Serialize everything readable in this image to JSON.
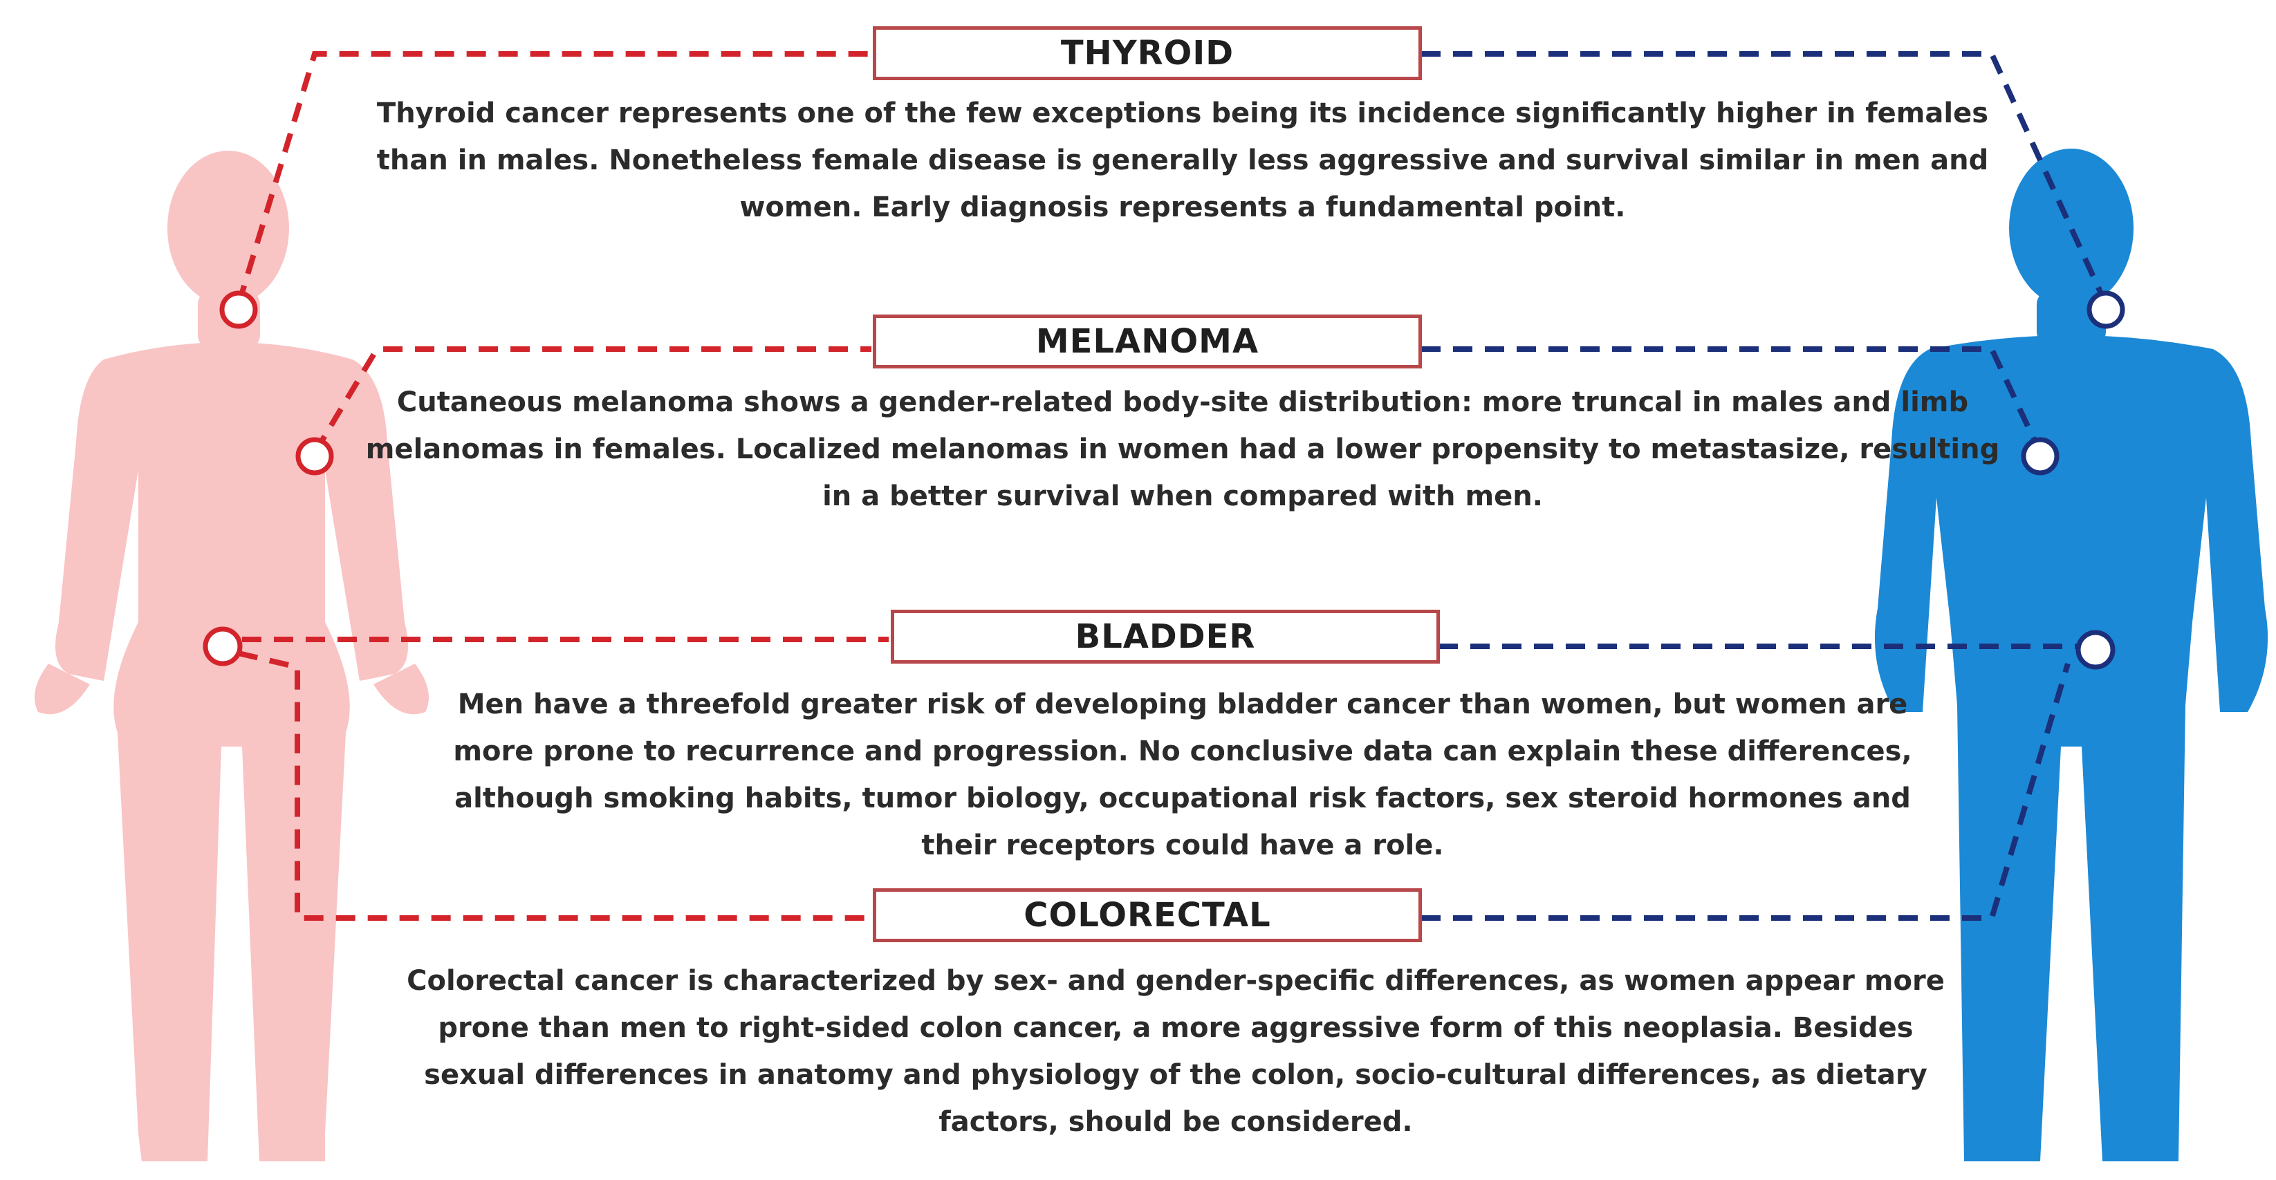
{
  "colors": {
    "female": "#f9c4c4",
    "male": "#1b89d6",
    "female_line": "#d3242b",
    "male_line": "#1b2f7a",
    "box_border": "#b8474a"
  },
  "sections": [
    {
      "title": "THYROID",
      "text": "Thyroid cancer represents one of the few exceptions being its incidence significantly higher in females than in males. Nonetheless female disease is generally less aggressive  and survival similar in men and women. Early diagnosis represents a fundamental point."
    },
    {
      "title": "MELANOMA",
      "text": "Cutaneous melanoma shows a gender-related body-site distribution:  more truncal in males and limb melanomas in females. Localized melanomas in women had a lower propensity to metastasize, resulting in a better survival when compared with men."
    },
    {
      "title": "BLADDER",
      "text": "Men have a threefold greater risk of developing bladder cancer than women, but women are more prone to recurrence and progression. No conclusive data can explain these differences, although smoking habits, tumor biology, occupational risk factors, sex steroid hormones and their receptors could have a role."
    },
    {
      "title": "COLORECTAL",
      "text": "Colorectal cancer is characterized by sex- and gender-specific differences, as women appear more prone than men to right-sided colon cancer, a more aggressive form of this neoplasia. Besides sexual differences in anatomy and physiology of the colon, socio-cultural differences, as dietary factors, should be considered."
    }
  ]
}
